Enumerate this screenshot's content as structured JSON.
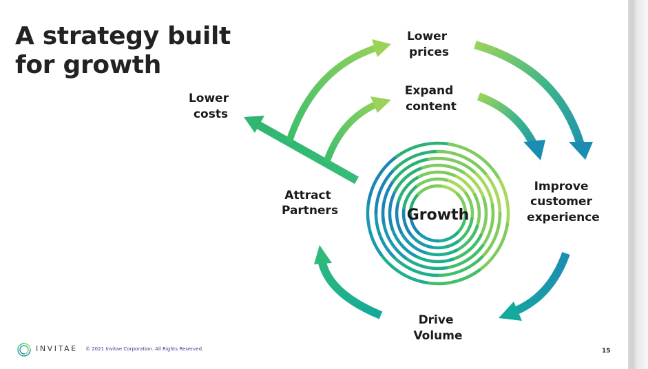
{
  "slide": {
    "title": "A strategy built for growth",
    "page_number": "15"
  },
  "diagram": {
    "center_label": "Growth",
    "nodes": [
      {
        "id": "lower-prices",
        "lines": [
          "Lower",
          "prices"
        ]
      },
      {
        "id": "expand-content",
        "lines": [
          "Expand",
          "content"
        ]
      },
      {
        "id": "improve-customer-experience",
        "lines": [
          "Improve",
          "customer",
          "experience"
        ]
      },
      {
        "id": "drive-volume",
        "lines": [
          "Drive",
          "Volume"
        ]
      },
      {
        "id": "attract-partners",
        "lines": [
          "Attract",
          "Partners"
        ]
      },
      {
        "id": "lower-costs",
        "lines": [
          "Lower",
          "costs"
        ]
      }
    ]
  },
  "footer": {
    "brand": "INVITAE",
    "copyright": "© 2021 Invitae Corporation. All Rights Reserved."
  },
  "colors": {
    "light_green": "#9BD35A",
    "green": "#3CBE6E",
    "teal": "#17A99A",
    "blue": "#1B8DB3",
    "title_text": "#222222"
  },
  "icons": [
    "invitae-logo-icon"
  ]
}
